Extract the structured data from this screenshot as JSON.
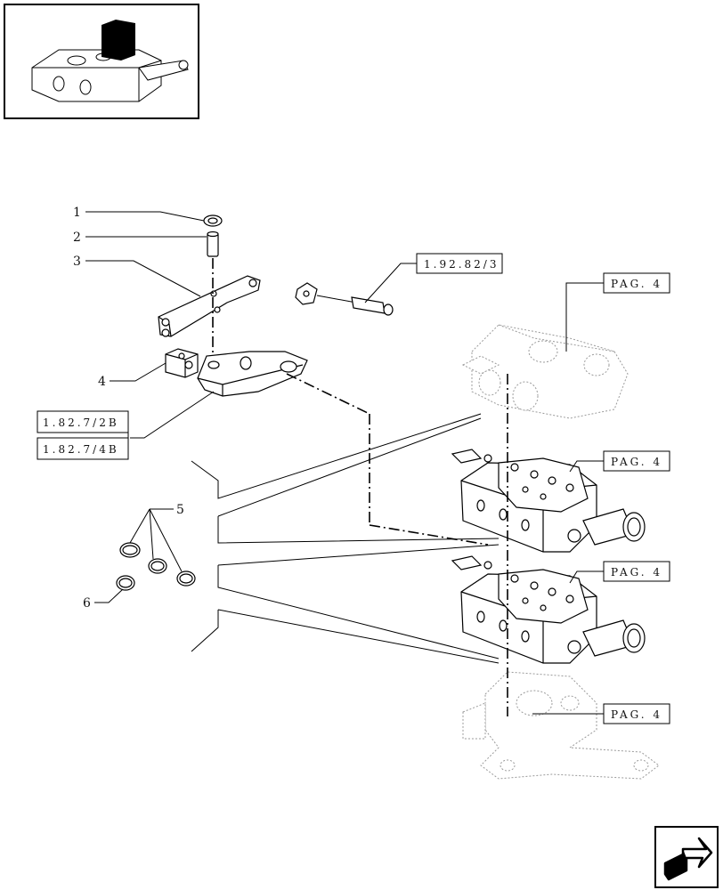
{
  "diagram": {
    "callouts": [
      {
        "id": "1",
        "label": "1"
      },
      {
        "id": "2",
        "label": "2"
      },
      {
        "id": "3",
        "label": "3"
      },
      {
        "id": "4",
        "label": "4"
      },
      {
        "id": "5",
        "label": "5"
      },
      {
        "id": "6",
        "label": "6"
      }
    ],
    "references": {
      "ref_1_92_82_3": "1.92.82/3",
      "ref_1_82_7_2b": "1.82.7/2B",
      "ref_1_82_7_4b": "1.82.7/4B",
      "pag_top": "PAG. 4",
      "pag_valve_upper": "PAG. 4",
      "pag_valve_lower": "PAG. 4",
      "pag_bottom": "PAG. 4"
    }
  },
  "icons": {
    "thumbnail": "lift-cover-thumbnail-icon",
    "navigation": "next-page-arrow-icon"
  }
}
